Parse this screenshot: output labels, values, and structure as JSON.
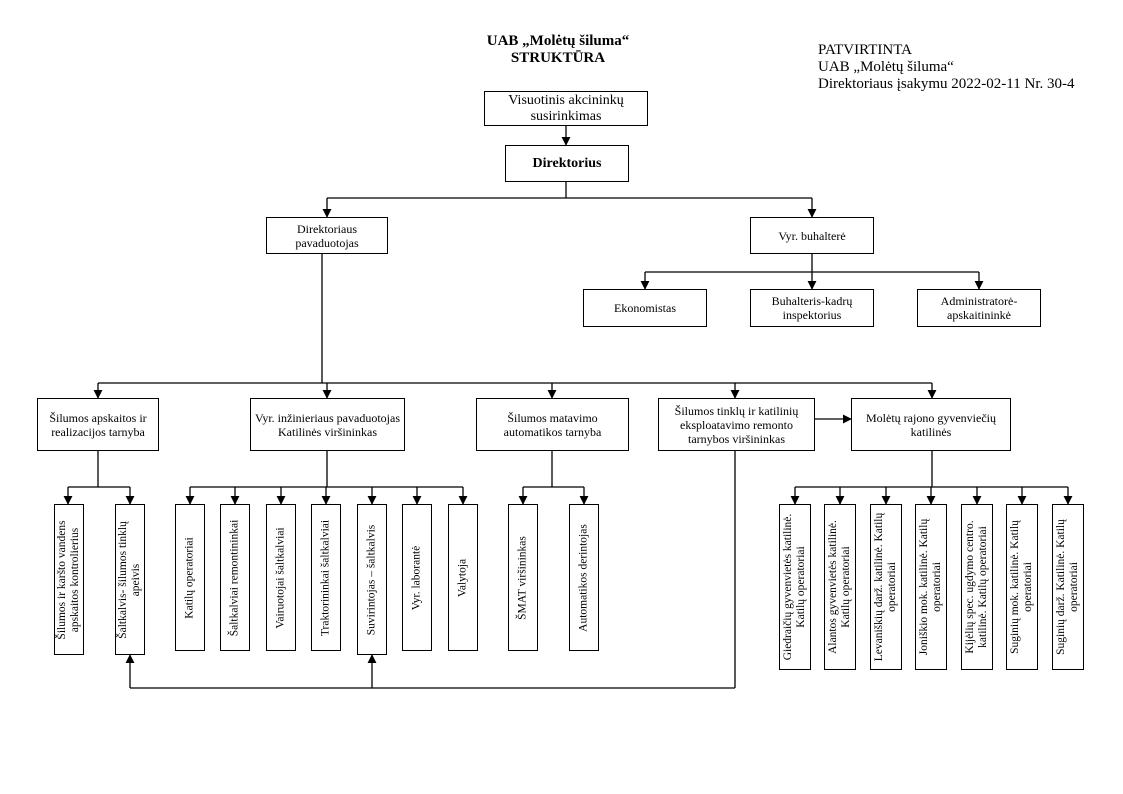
{
  "title": {
    "line1": "UAB „Molėtų šiluma“",
    "line2": "STRUKTŪRA"
  },
  "approval": {
    "line1": "PATVIRTINTA",
    "line2": "UAB „Molėtų šiluma“",
    "line3": "Direktoriaus įsakymu 2022-02-11 Nr. 30-4"
  },
  "boxes": {
    "shareholders": "Visuotinis akcininkų susirinkimas",
    "director": "Direktorius",
    "deputy_director": "Direktoriaus pavaduotojas",
    "chief_accountant": "Vyr. buhalterė",
    "economist": "Ekonomistas",
    "accountant_hr": "Buhalteris-kadrų inspektorius",
    "administrator": "Administratorė-apskaitininkė",
    "heat_accounting": "Šilumos apskaitos ir realizacijos tarnyba",
    "chief_engineer": "Vyr. inžinieriaus pavaduotojas Katilinės viršininkas",
    "heat_measurement": "Šilumos matavimo automatikos tarnyba",
    "networks_maintenance": "Šilumos tinklų ir katilinių eksploatavimo remonto tarnybos viršininkas",
    "district_boilers": "Molėtų rajono gyvenviečių katilinės"
  },
  "vertical_boxes": {
    "hot_water_controllers": "Šilumos ir karšto vandens apskaitos kontrolierius",
    "network_inspector": "Šaltkalvis- šilumos tinklų apeivis",
    "boiler_operators": "Katilų operatoriai",
    "repair_fitters": "Šaltkalviai remontininkai",
    "driver_fitters": "Vairuotojai šaltkalviai",
    "tractor_fitters": "Traktorininkai šaltkalviai",
    "welder_fitter": "Suvirintojas – šaltkalvis",
    "chief_lab": "Vyr. laborantė",
    "cleaner": "Valytoja",
    "smat_head": "ŠMAT viršininkas",
    "automation_adjuster": "Automatikos derintojas",
    "giedraiciai": "Giedraičių gyvenvietės katilinė. Katilų operatoriai",
    "alanta": "Alantos gyvenvietės katilinė. Katilų operatoriai",
    "levaniskiai": "Levaniškių darž. katilinė. Katilų operatoriai",
    "joniskis": "Joniškio mok. katilinė. Katilų operatoriai",
    "kijeliai": "Kijėlių spec. ugdymo centro. katilinė. Katilų operatoriai",
    "suginiai_school": "Suginių mok. katilinė. Katilų operatoriai",
    "suginiai_kinder": "Suginių darž. Katilinė. Katilų operatoriai"
  }
}
